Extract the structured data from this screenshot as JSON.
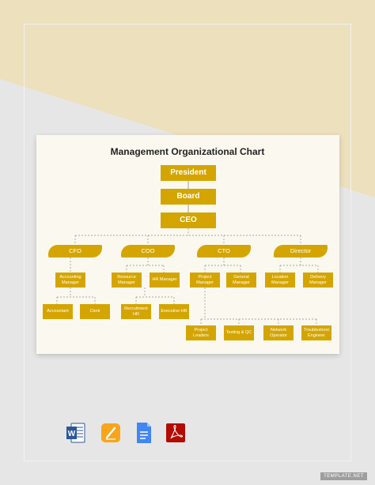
{
  "title": "Management Organizational Chart",
  "nodes": {
    "president": "President",
    "board": "Board",
    "ceo": "CEO",
    "cfo": "CFO",
    "coo": "COO",
    "cto": "CTO",
    "director": "Director",
    "accounting_manager": "Accounting Manager",
    "accountant": "Accountant",
    "clerk": "Clerk",
    "resource_manager": "Resource Manager",
    "hr_manager": "HR Manager",
    "recruitment_hr": "Recruitment HR",
    "executive_hr": "Executive HR",
    "project_manager": "Project Manager",
    "general_manager": "General Manager",
    "project_leaders": "Project Leaders",
    "testing_qc": "Testing & QC",
    "network_operator": "Network Operator",
    "troubleshoot_engineer": "Troubleshoot Engineer",
    "location_manager": "Location Manager",
    "delivery_manager": "Delivery Manager"
  },
  "colors": {
    "box": "#d4a500",
    "card": "#fbf9ef",
    "background_top": "#ece0bd",
    "background_bottom": "#e6e6e6",
    "connector": "#8a8a8a"
  },
  "file_icons": [
    "word-icon",
    "pages-icon",
    "google-docs-icon",
    "pdf-icon"
  ],
  "watermark": "TEMPLATE.NET"
}
